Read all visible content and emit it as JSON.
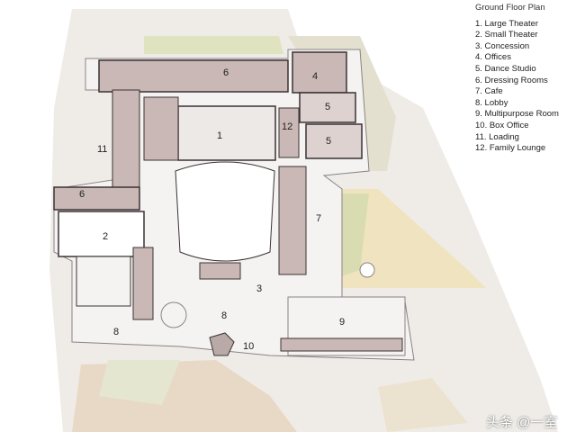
{
  "legend": {
    "title": "Ground Floor Plan",
    "items": [
      "1. Large Theater",
      "2. Small Theater",
      "3. Concession",
      "4. Offices",
      "5. Dance Studio",
      "6. Dressing Rooms",
      "7. Cafe",
      "8. Lobby",
      "9.  Multipurpose Room",
      "10. Box Office",
      "11. Loading",
      "12. Family Lounge"
    ]
  },
  "plan_labels": {
    "large_theater": "1",
    "small_theater": "2",
    "concession": "3",
    "offices": "4",
    "dance_studio_a": "5",
    "dance_studio_b": "5",
    "dressing_rooms_a": "6",
    "dressing_rooms_b": "6",
    "cafe": "7",
    "lobby_a": "8",
    "lobby_b": "8",
    "multipurpose": "9",
    "box_office": "10",
    "loading": "11",
    "family_lounge": "12"
  },
  "watermark": "头条 @一室",
  "colors": {
    "rooms": "#c9b8b5",
    "walls": "#3a3335",
    "site": "#ece9e4",
    "landscape_green": "#dfe3c0",
    "landscape_yellow": "#efe4bf"
  }
}
